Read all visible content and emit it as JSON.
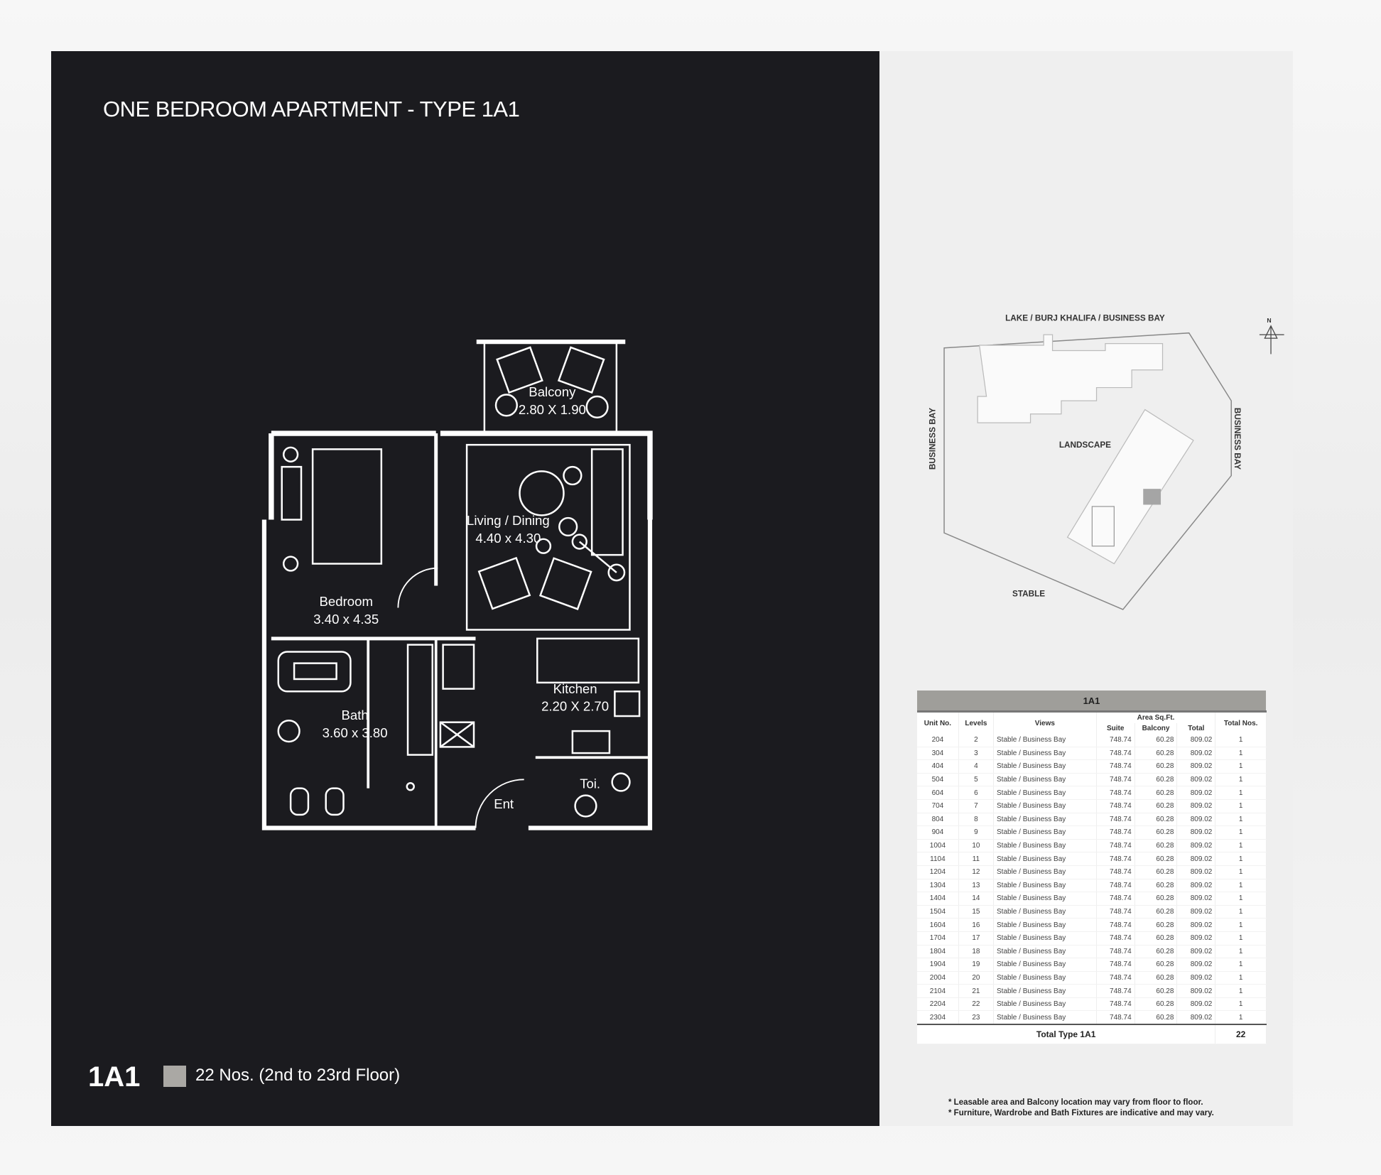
{
  "title": "ONE BEDROOM APARTMENT - TYPE 1A1",
  "unit_type_code": "1A1",
  "unit_count_label": "22 Nos. (2nd to 23rd Floor)",
  "swatch_color": "#aaa8a4",
  "rooms": {
    "balcony": {
      "name": "Balcony",
      "size": "2.80 X 1.90"
    },
    "living": {
      "name": "Living / Dining",
      "size": "4.40 x 4.30"
    },
    "bedroom": {
      "name": "Bedroom",
      "size": "3.40 x 4.35"
    },
    "bath": {
      "name": "Bath",
      "size": "3.60 x 3.80"
    },
    "kitchen": {
      "name": "Kitchen",
      "size": "2.20 X 2.70"
    },
    "toilet": {
      "name": "Toi."
    },
    "entry": {
      "name": "Ent"
    }
  },
  "site_plan": {
    "north": "N",
    "top": "LAKE / BURJ KHALIFA / BUSINESS BAY",
    "left": "BUSINESS BAY",
    "right": "BUSINESS BAY",
    "center": "LANDSCAPE",
    "bottom": "STABLE"
  },
  "table": {
    "title": "1A1",
    "headers": {
      "unit": "Unit No.",
      "levels": "Levels",
      "views": "Views",
      "area": "Area Sq.Ft.",
      "suite": "Suite",
      "balcony": "Balcony",
      "total": "Total",
      "total_nos": "Total Nos."
    },
    "rows": [
      [
        "204",
        "2",
        "Stable / Business Bay",
        "748.74",
        "60.28",
        "809.02",
        "1"
      ],
      [
        "304",
        "3",
        "Stable / Business Bay",
        "748.74",
        "60.28",
        "809.02",
        "1"
      ],
      [
        "404",
        "4",
        "Stable / Business Bay",
        "748.74",
        "60.28",
        "809.02",
        "1"
      ],
      [
        "504",
        "5",
        "Stable / Business Bay",
        "748.74",
        "60.28",
        "809.02",
        "1"
      ],
      [
        "604",
        "6",
        "Stable / Business Bay",
        "748.74",
        "60.28",
        "809.02",
        "1"
      ],
      [
        "704",
        "7",
        "Stable / Business Bay",
        "748.74",
        "60.28",
        "809.02",
        "1"
      ],
      [
        "804",
        "8",
        "Stable / Business Bay",
        "748.74",
        "60.28",
        "809.02",
        "1"
      ],
      [
        "904",
        "9",
        "Stable / Business Bay",
        "748.74",
        "60.28",
        "809.02",
        "1"
      ],
      [
        "1004",
        "10",
        "Stable / Business Bay",
        "748.74",
        "60.28",
        "809.02",
        "1"
      ],
      [
        "1104",
        "11",
        "Stable / Business Bay",
        "748.74",
        "60.28",
        "809.02",
        "1"
      ],
      [
        "1204",
        "12",
        "Stable / Business Bay",
        "748.74",
        "60.28",
        "809.02",
        "1"
      ],
      [
        "1304",
        "13",
        "Stable / Business Bay",
        "748.74",
        "60.28",
        "809.02",
        "1"
      ],
      [
        "1404",
        "14",
        "Stable / Business Bay",
        "748.74",
        "60.28",
        "809.02",
        "1"
      ],
      [
        "1504",
        "15",
        "Stable / Business Bay",
        "748.74",
        "60.28",
        "809.02",
        "1"
      ],
      [
        "1604",
        "16",
        "Stable / Business Bay",
        "748.74",
        "60.28",
        "809.02",
        "1"
      ],
      [
        "1704",
        "17",
        "Stable / Business Bay",
        "748.74",
        "60.28",
        "809.02",
        "1"
      ],
      [
        "1804",
        "18",
        "Stable / Business Bay",
        "748.74",
        "60.28",
        "809.02",
        "1"
      ],
      [
        "1904",
        "19",
        "Stable / Business Bay",
        "748.74",
        "60.28",
        "809.02",
        "1"
      ],
      [
        "2004",
        "20",
        "Stable / Business Bay",
        "748.74",
        "60.28",
        "809.02",
        "1"
      ],
      [
        "2104",
        "21",
        "Stable / Business Bay",
        "748.74",
        "60.28",
        "809.02",
        "1"
      ],
      [
        "2204",
        "22",
        "Stable / Business Bay",
        "748.74",
        "60.28",
        "809.02",
        "1"
      ],
      [
        "2304",
        "23",
        "Stable / Business Bay",
        "748.74",
        "60.28",
        "809.02",
        "1"
      ]
    ],
    "total_label": "Total Type 1A1",
    "total_value": "22"
  },
  "notes": [
    "* Leasable area and Balcony location may vary from floor to floor.",
    "* Furniture, Wardrobe and Bath Fixtures are indicative and may vary."
  ]
}
